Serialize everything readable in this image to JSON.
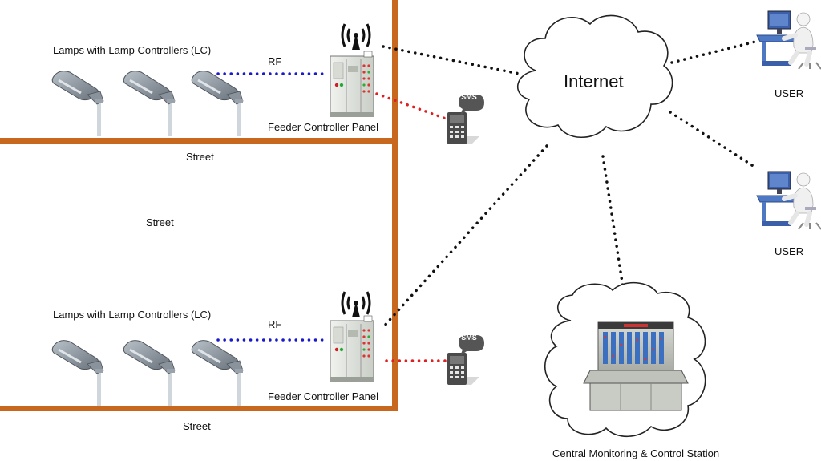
{
  "labels": {
    "lamps_top": "Lamps with Lamp Controllers (LC)",
    "lamps_bottom": "Lamps with Lamp Controllers (LC)",
    "rf_top": "RF",
    "rf_bottom": "RF",
    "panel_top": "Feeder Controller Panel",
    "panel_bottom": "Feeder Controller Panel",
    "street_top": "Street",
    "street_middle": "Street",
    "street_bottom": "Street",
    "internet": "Internet",
    "user_top": "USER",
    "user_bottom": "USER",
    "central_station": "Central Monitoring & Control Station",
    "sms": "SMS"
  },
  "colors": {
    "street_road": "#c8671e",
    "rf_link": "#1a1acc",
    "sms_link": "#e02020",
    "internet_link": "#111111",
    "cloud_stroke": "#222222",
    "panel_body": "#e8ece6",
    "user_desk": "#4f78c4",
    "phone": "#4a4a4a"
  },
  "icons": [
    "street-lamp-icon",
    "antenna-icon",
    "panel-cabinet-icon",
    "sms-phone-icon",
    "cloud-icon",
    "user-workstation-icon",
    "control-console-icon"
  ]
}
